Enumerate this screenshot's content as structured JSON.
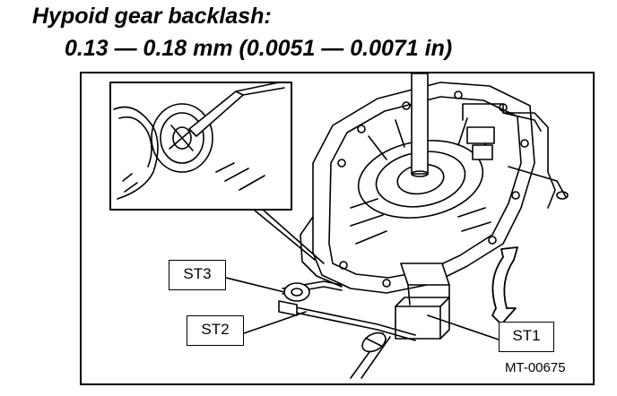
{
  "heading": {
    "line1": "Hypoid gear backlash:",
    "line2": "0.13 — 0.18 mm (0.0051 — 0.0071 in)"
  },
  "figure": {
    "labels": {
      "st3": "ST3",
      "st2": "ST2",
      "st1": "ST1"
    },
    "code": "MT-00675"
  },
  "icons": {
    "main": "transmission-case-drawing",
    "inset": "magnified-detail-inset",
    "rotation": "curved-double-arrow-icon"
  }
}
